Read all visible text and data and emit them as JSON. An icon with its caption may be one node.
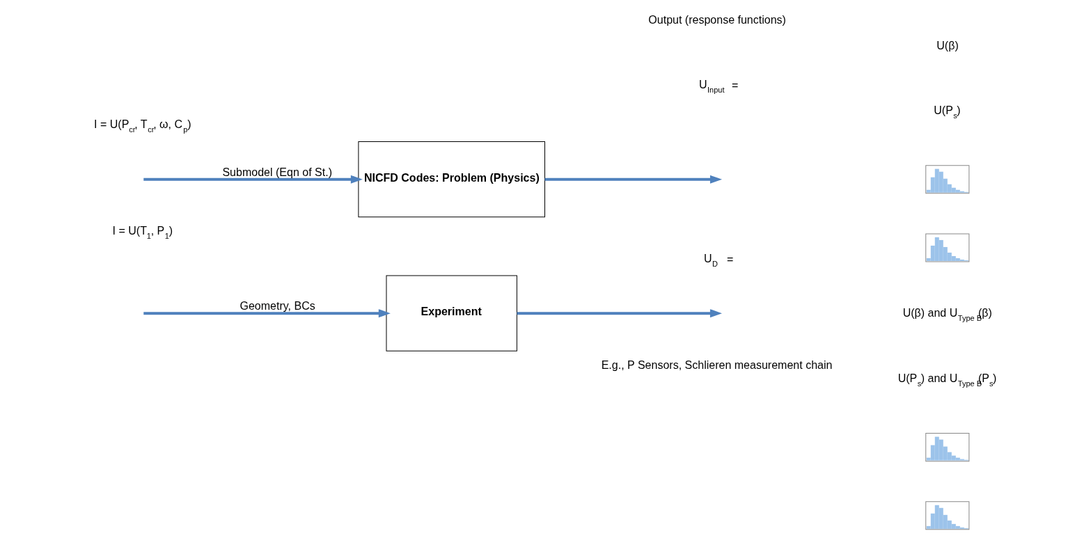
{
  "diagram": {
    "nodes": [
      {
        "text": [
          "NICFD Codes: Problem (Physics)"
        ]
      },
      {
        "text": [
          "Experiment"
        ]
      },
      {
        "text": [],
        "shape": "picture"
      },
      {
        "text": [],
        "shape": "picture"
      },
      {
        "text": [],
        "shape": "picture"
      },
      {
        "text": [],
        "shape": "picture"
      }
    ],
    "edges": [
      {
        "from": null,
        "to": 0,
        "arrow": "to",
        "label": "Submodel (Eqn of St.)"
      },
      {
        "from": 0,
        "to": null,
        "arrow": "to"
      },
      {
        "from": null,
        "to": 1,
        "arrow": "to",
        "label": "Geometry, BCs"
      },
      {
        "from": 1,
        "to": null,
        "arrow": "to"
      }
    ],
    "labels": [
      "Output (response functions)",
      "I = U(P$_{cr}$, T$_{cr}$, ω, C$_{p}$)",
      "U$_{Input}$ =",
      "U(β)",
      "U(P$_{s}$)",
      "U$_{D}$ =",
      "U(β) and U$_{Type B}$(β)",
      "U(P$_{s}$) and U$_{Type B}$(P$_{s}$)",
      "I = U(T$_{1}$, P$_{1}$)",
      "E.g., P Sensors, Schlieren measurement chain"
    ]
  }
}
